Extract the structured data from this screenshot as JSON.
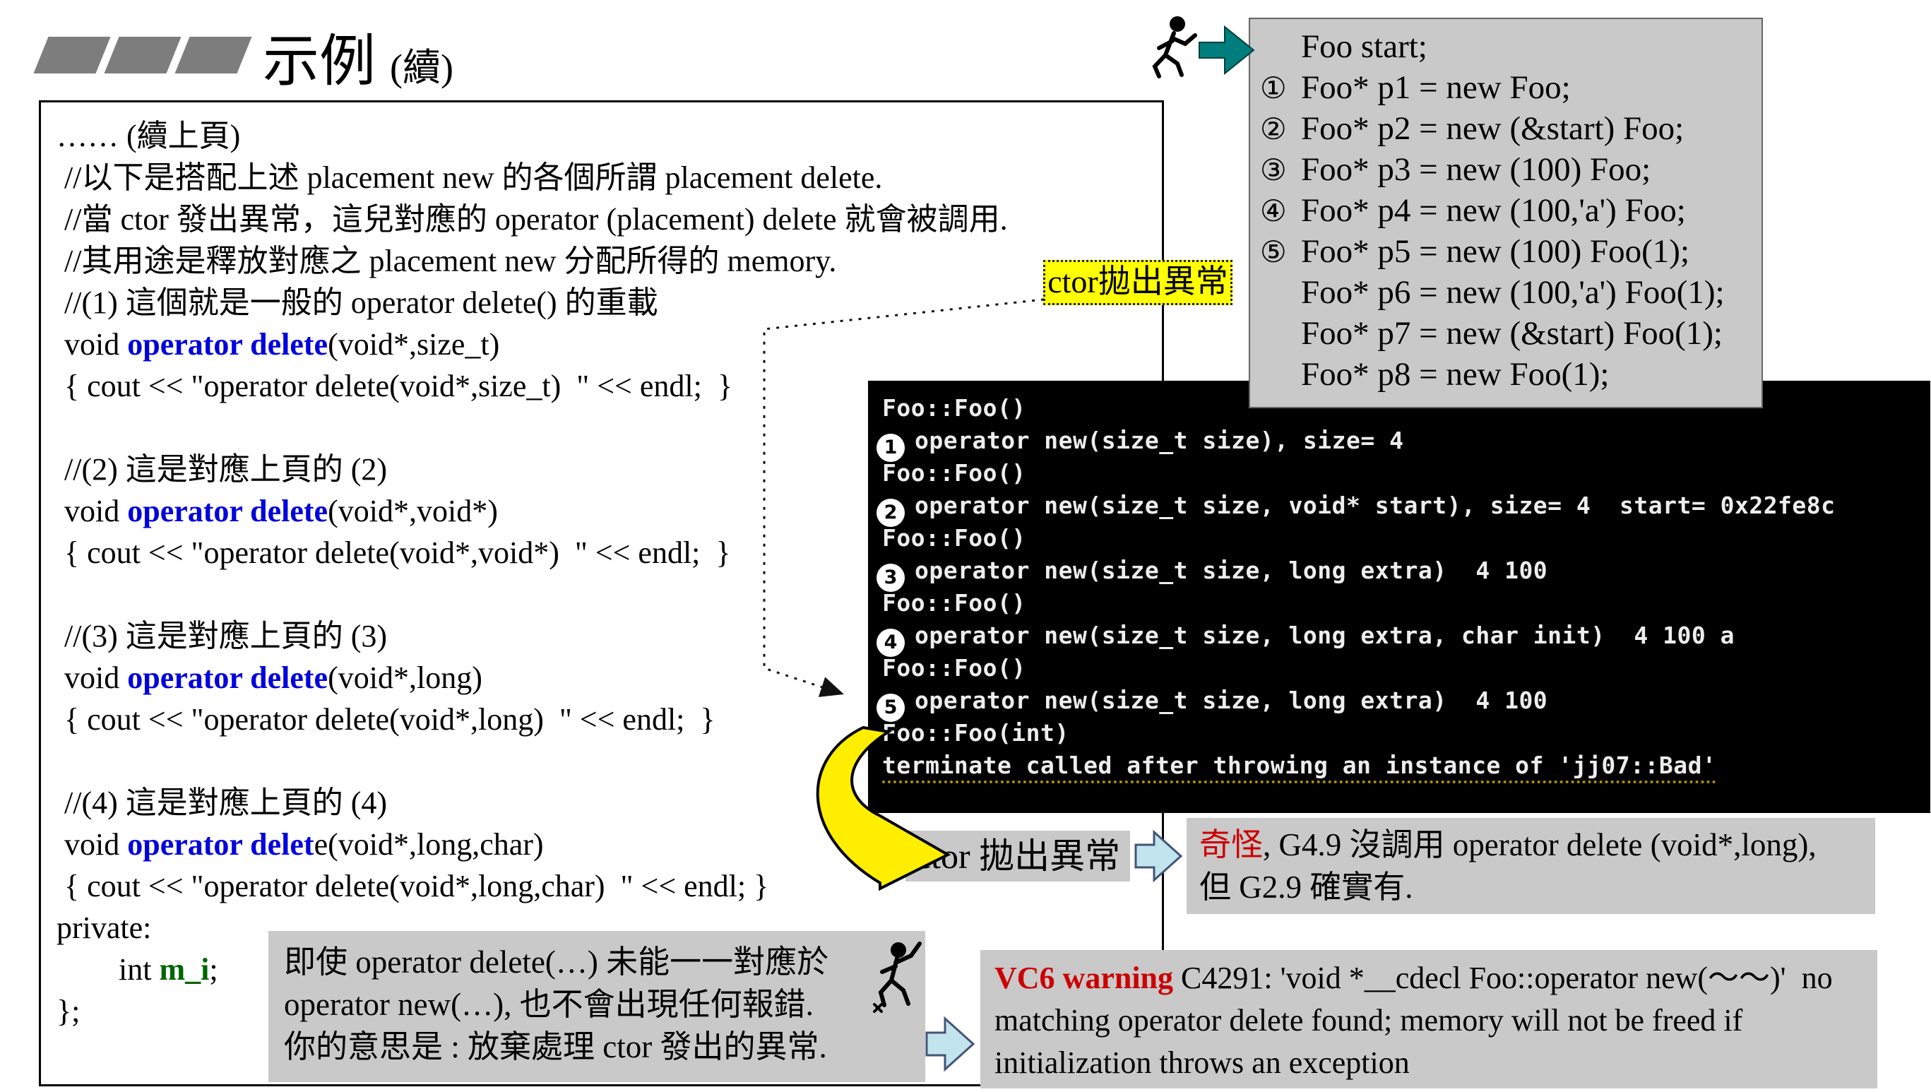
{
  "title": {
    "heading": "示例",
    "suffix": "(續)"
  },
  "colors": {
    "keyword_blue": "#0000dd",
    "member_green": "#006600",
    "warning_red": "#cc0000",
    "panel_gray": "#c9c9c9",
    "console_bg": "#000000",
    "console_fg": "#ededed",
    "highlight_yellow": "#ffff00",
    "teal_arrow": "#007d7d",
    "cyan_arrow": "#c2e4ec",
    "title_bar_gray": "#7d7d7d"
  },
  "left_code": {
    "lines": [
      {
        "segs": [
          {
            "t": "…… (續上頁)"
          }
        ]
      },
      {
        "segs": [
          {
            "t": " //以下是搭配上述 placement new 的各個所謂 placement delete."
          }
        ]
      },
      {
        "segs": [
          {
            "t": " //當 ctor 發出異常，這兒對應的 operator (placement) delete 就會被調用."
          }
        ]
      },
      {
        "segs": [
          {
            "t": " //其用途是釋放對應之 placement new 分配所得的 memory."
          }
        ]
      },
      {
        "segs": [
          {
            "t": " //(1) 這個就是一般的 operator delete() 的重載"
          }
        ]
      },
      {
        "segs": [
          {
            "t": " void "
          },
          {
            "t": "operator delete",
            "c": "kw"
          },
          {
            "t": "(void*,size_t)"
          }
        ]
      },
      {
        "segs": [
          {
            "t": " { cout << \"operator delete(void*,size_t)  \" << endl;  }"
          }
        ]
      },
      {
        "segs": []
      },
      {
        "segs": [
          {
            "t": " //(2) 這是對應上頁的 (2)"
          }
        ]
      },
      {
        "segs": [
          {
            "t": " void "
          },
          {
            "t": "operator delete",
            "c": "kw"
          },
          {
            "t": "(void*,void*)"
          }
        ]
      },
      {
        "segs": [
          {
            "t": " { cout << \"operator delete(void*,void*)  \" << endl;  }"
          }
        ]
      },
      {
        "segs": []
      },
      {
        "segs": [
          {
            "t": " //(3) 這是對應上頁的 (3)"
          }
        ]
      },
      {
        "segs": [
          {
            "t": " void "
          },
          {
            "t": "operator delete",
            "c": "kw"
          },
          {
            "t": "(void*,long)"
          }
        ]
      },
      {
        "segs": [
          {
            "t": " { cout << \"operator delete(void*,long)  \" << endl;  }"
          }
        ]
      },
      {
        "segs": []
      },
      {
        "segs": [
          {
            "t": " //(4) 這是對應上頁的 (4)"
          }
        ]
      },
      {
        "segs": [
          {
            "t": " void "
          },
          {
            "t": "operator delet",
            "c": "kw"
          },
          {
            "t": "e(void*,long,char)"
          }
        ]
      },
      {
        "segs": [
          {
            "t": " { cout << \"operator delete(void*,long,char)  \" << endl; }"
          }
        ]
      },
      {
        "segs": [
          {
            "t": "private:"
          }
        ]
      },
      {
        "segs": [
          {
            "t": "        int "
          },
          {
            "t": "m_i",
            "c": "mem"
          },
          {
            "t": ";"
          }
        ]
      },
      {
        "segs": [
          {
            "t": "};"
          }
        ]
      }
    ]
  },
  "right_code": {
    "lines": [
      {
        "num": "",
        "segs": [
          {
            "t": "Foo start;"
          }
        ]
      },
      {
        "num": "①",
        "segs": [
          {
            "t": "Foo* p1 = new Foo;"
          }
        ]
      },
      {
        "num": "②",
        "segs": [
          {
            "t": "Foo* p2 = new (&start) Foo;"
          }
        ]
      },
      {
        "num": "③",
        "segs": [
          {
            "t": "Foo* p3 = new (100) Foo;"
          }
        ]
      },
      {
        "num": "④",
        "segs": [
          {
            "t": "Foo* p4 = new (100,'a') Foo;"
          }
        ]
      },
      {
        "num": "⑤",
        "segs": [
          {
            "t": "Foo* p5 = new (100) Foo(1);"
          }
        ]
      },
      {
        "num": "",
        "segs": [
          {
            "t": "Foo* p6 = new (100,'a') Foo(1);"
          }
        ]
      },
      {
        "num": "",
        "segs": [
          {
            "t": "Foo* p7 = new (&start) Foo(1);"
          }
        ]
      },
      {
        "num": "",
        "segs": [
          {
            "t": "Foo* p8 = new Foo(1);"
          }
        ]
      }
    ]
  },
  "console": {
    "lines": [
      {
        "num": "",
        "segs": [
          {
            "t": "Foo::Foo()"
          }
        ]
      },
      {
        "num": "1",
        "segs": [
          {
            "t": "operator new(size_t size), size= 4"
          }
        ]
      },
      {
        "num": "",
        "segs": [
          {
            "t": "Foo::Foo()"
          }
        ]
      },
      {
        "num": "2",
        "segs": [
          {
            "t": "operator new(size_t size, void* start), size= 4  start= 0x22fe8c"
          }
        ]
      },
      {
        "num": "",
        "segs": [
          {
            "t": "Foo::Foo()"
          }
        ]
      },
      {
        "num": "3",
        "segs": [
          {
            "t": "operator new(size_t size, long extra)  4 100"
          }
        ]
      },
      {
        "num": "",
        "segs": [
          {
            "t": "Foo::Foo()"
          }
        ]
      },
      {
        "num": "4",
        "segs": [
          {
            "t": "operator new(size_t size, long extra, char init)  4 100 a"
          }
        ]
      },
      {
        "num": "",
        "segs": [
          {
            "t": "Foo::Foo()"
          }
        ]
      },
      {
        "num": "5",
        "segs": [
          {
            "t": "operator new(size_t size, long extra)  4 100"
          }
        ]
      },
      {
        "num": "",
        "segs": [
          {
            "t": "Foo::Foo(int)"
          }
        ]
      },
      {
        "num": "",
        "segs": [
          {
            "t": "terminate called after throwing an instance of 'jj07::Bad'",
            "c": "uline"
          }
        ]
      }
    ]
  },
  "callouts": {
    "ctor_label": "ctor拋出異常",
    "ctor_box": "ctor 拋出異常",
    "strange_box": {
      "lines": [
        {
          "segs": [
            {
              "t": "奇怪",
              "c": "red"
            },
            {
              "t": ", G4.9 沒調用 operator delete (void*,long),"
            }
          ]
        },
        {
          "segs": [
            {
              "t": "但 G2.9 確實有."
            }
          ]
        }
      ]
    },
    "advice_box": {
      "lines": [
        {
          "segs": [
            {
              "t": "即使 operator delete(…) 未能一一對應於"
            }
          ]
        },
        {
          "segs": [
            {
              "t": "operator new(…), 也不會出現任何報錯."
            }
          ]
        },
        {
          "segs": [
            {
              "t": "你的意思是 : 放棄處理 ctor 發出的異常."
            }
          ]
        }
      ]
    },
    "vc6_box": {
      "lines": [
        {
          "segs": [
            {
              "t": "VC6 warning",
              "c": "redb"
            },
            {
              "t": " C4291: 'void *__cdecl Foo::operator new(～～)'  no"
            }
          ]
        },
        {
          "segs": [
            {
              "t": "matching operator delete found; memory will not be freed if"
            }
          ]
        },
        {
          "segs": [
            {
              "t": "initialization throws an exception"
            }
          ]
        }
      ]
    }
  },
  "icons": {
    "runner": "running-person-icon",
    "dancer": "dancing-person-icon",
    "teal_arrow": "teal-block-arrow-icon",
    "cyan_arrow_1": "cyan-block-arrow-icon",
    "cyan_arrow_2": "cyan-block-arrow-icon",
    "yellow_arrow": "yellow-curved-arrow-icon",
    "dotted_connector": "dotted-connector-arrow"
  }
}
